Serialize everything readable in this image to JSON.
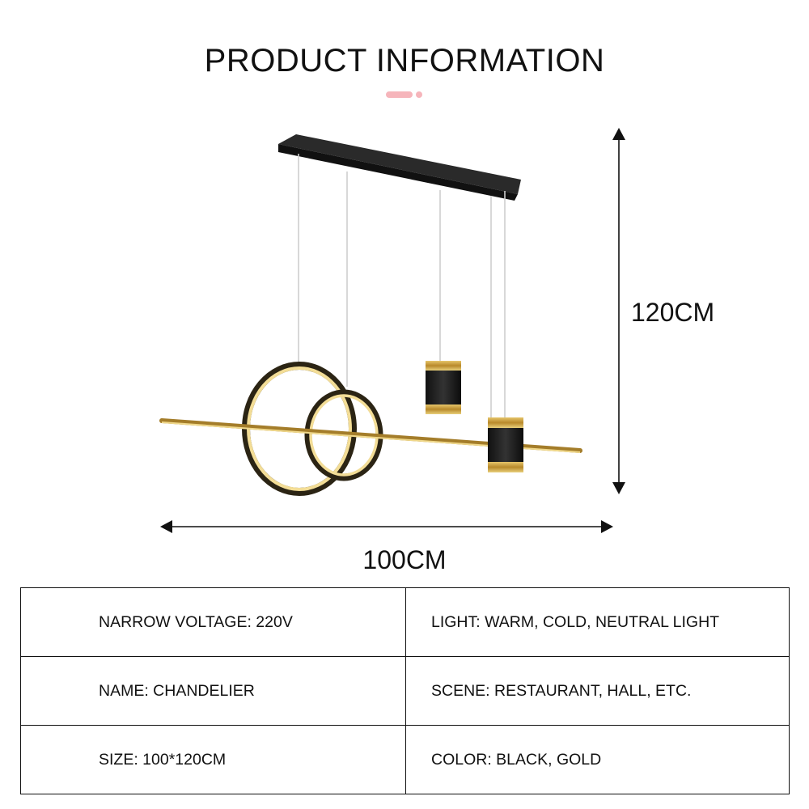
{
  "header": {
    "title": "PRODUCT INFORMATION",
    "accent_color": "#f6b5bb"
  },
  "illustration": {
    "subject": "linear pendant chandelier with two gold rings, two black-gold cylinder lights and a horizontal gold bar",
    "colors": {
      "black": "#1a1a1a",
      "gold": "#c9a13c"
    }
  },
  "dimensions": {
    "height_label": "120CM",
    "width_label": "100CM"
  },
  "specs": {
    "rows": [
      {
        "left": "NARROW VOLTAGE: 220V",
        "right": "LIGHT: WARM, COLD, NEUTRAL LIGHT"
      },
      {
        "left": "NAME: CHANDELIER",
        "right": "SCENE: RESTAURANT, HALL, ETC."
      },
      {
        "left": "SIZE: 100*120CM",
        "right": "COLOR: BLACK, GOLD"
      }
    ]
  }
}
